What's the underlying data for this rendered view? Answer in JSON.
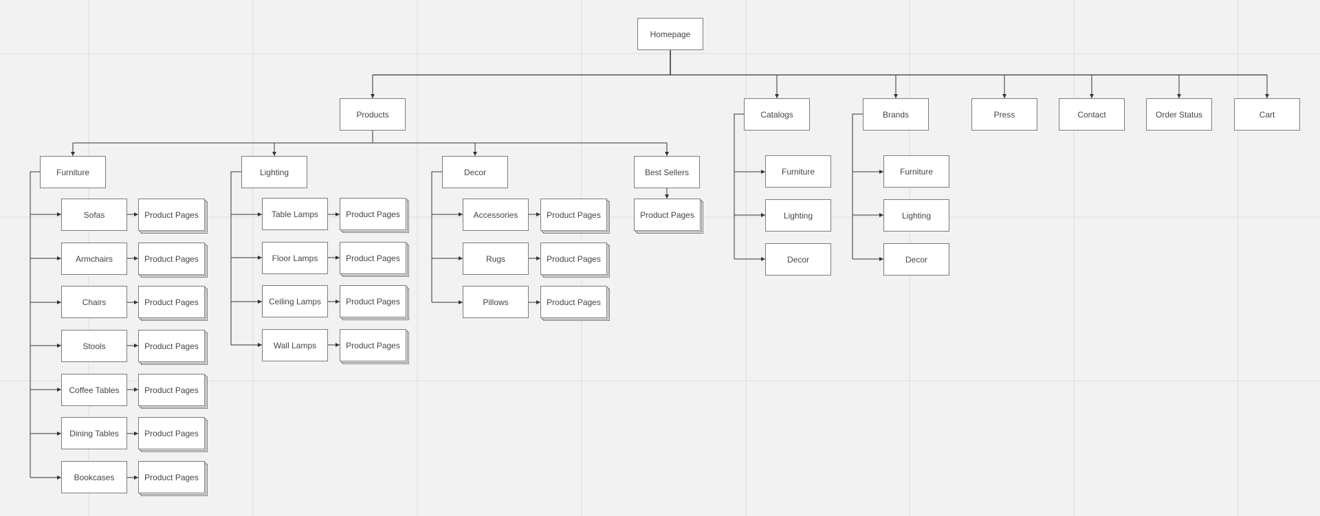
{
  "diagram": {
    "colors": {
      "background": "#f2f2f2",
      "grid": "#dcdcdc",
      "line": "#333333",
      "node_border": "#7a7a7a",
      "node_fill": "#ffffff",
      "text": "#444444"
    },
    "nodes": {
      "homepage": "Homepage",
      "products": "Products",
      "catalogs": "Catalogs",
      "brands": "Brands",
      "press": "Press",
      "contact": "Contact",
      "order_status": "Order Status",
      "cart": "Cart",
      "furniture": "Furniture",
      "lighting": "Lighting",
      "decor": "Decor",
      "best_sellers": "Best Sellers",
      "sofas": "Sofas",
      "armchairs": "Armchairs",
      "chairs": "Chairs",
      "stools": "Stools",
      "coffee_tables": "Coffee Tables",
      "dining_tables": "Dining Tables",
      "bookcases": "Bookcases",
      "table_lamps": "Table Lamps",
      "floor_lamps": "Floor Lamps",
      "ceiling_lamps": "Ceiling Lamps",
      "wall_lamps": "Wall Lamps",
      "accessories": "Accessories",
      "rugs": "Rugs",
      "pillows": "Pillows",
      "catalogs_furniture": "Furniture",
      "catalogs_lighting": "Lighting",
      "catalogs_decor": "Decor",
      "brands_furniture": "Furniture",
      "brands_lighting": "Lighting",
      "brands_decor": "Decor",
      "product_pages": "Product Pages"
    }
  }
}
